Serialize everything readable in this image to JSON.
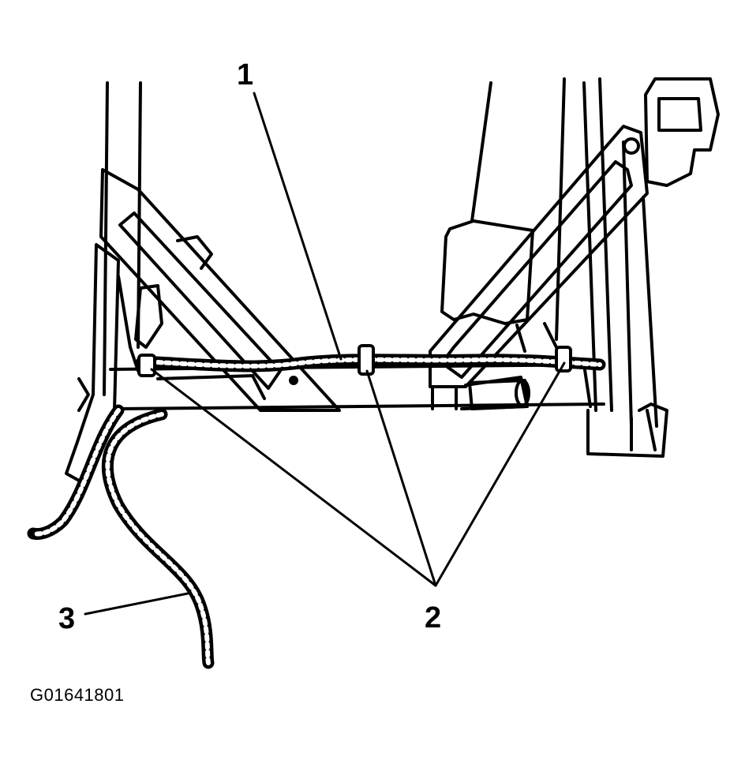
{
  "figure": {
    "id": "G01641801",
    "callouts": [
      {
        "label": "1"
      },
      {
        "label": "2"
      },
      {
        "label": "3"
      }
    ],
    "colors": {
      "ink": "#000000",
      "paper": "#ffffff"
    }
  }
}
